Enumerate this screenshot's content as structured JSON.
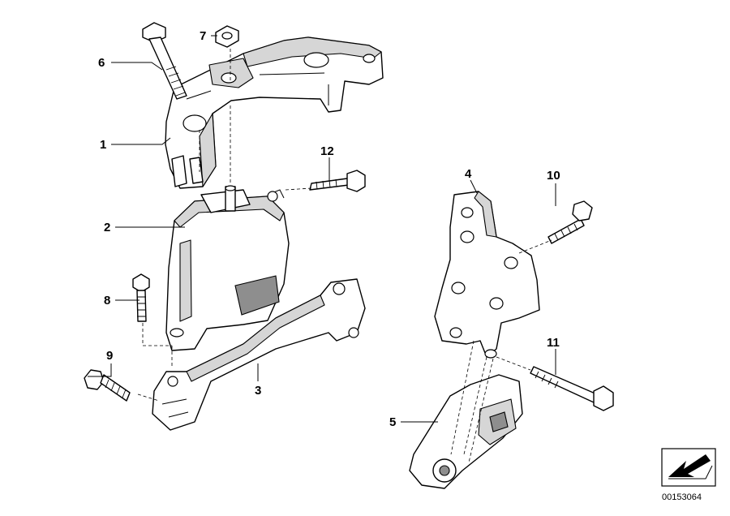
{
  "callouts": {
    "c1": "1",
    "c2": "2",
    "c3": "3",
    "c4": "4",
    "c5": "5",
    "c6": "6",
    "c7": "7",
    "c8": "8",
    "c9": "9",
    "c10": "10",
    "c11": "11",
    "c12": "12"
  },
  "reference_number": "00153064",
  "icons": {
    "direction_badge": "direction-arrow-icon"
  }
}
